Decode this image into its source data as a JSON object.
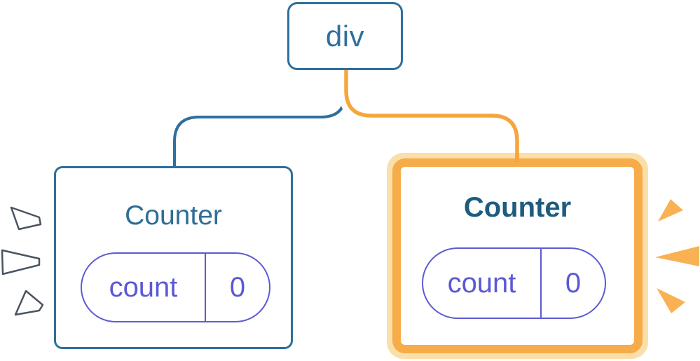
{
  "diagram": {
    "root_label": "div",
    "left_counter": {
      "title": "Counter",
      "state_key": "count",
      "state_value": "0"
    },
    "right_counter": {
      "title": "Counter",
      "state_key": "count",
      "state_value": "0"
    }
  },
  "icons": {
    "left_flash": "state-flash-burst-white",
    "right_flash": "render-flash-burst-orange"
  },
  "colors": {
    "node_blue": "#2E6F9E",
    "left_title_blue": "#2E6E96",
    "right_title_blue": "#1E5C7E",
    "state_purple": "#5B58D6",
    "pill_border_purple": "#5C5BD3",
    "connector_orange": "#F5A63C",
    "highlight_border_orange": "#F6AC49",
    "highlight_glow_orange": "#FBDFA9",
    "burst_orange": "#F8B254",
    "burst_white": "#FFFFFF",
    "background": "#FFFFFF"
  }
}
